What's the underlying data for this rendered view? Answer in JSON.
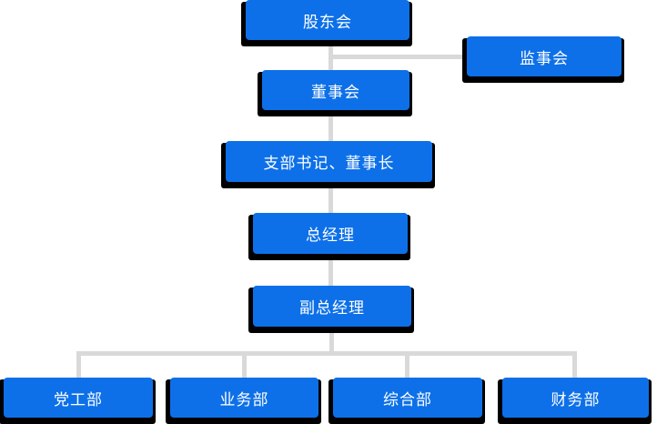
{
  "diagram": {
    "type": "org-chart",
    "colors": {
      "node_fill": "#0d70e8",
      "node_text": "#ffffff",
      "node_shadow": "#000000",
      "connector": "#d9d9d9",
      "background": "#ffffff"
    },
    "nodes": [
      {
        "id": "shareholders-meeting",
        "label": "股东会"
      },
      {
        "id": "supervisory-board",
        "label": "监事会"
      },
      {
        "id": "board-of-directors",
        "label": "董事会"
      },
      {
        "id": "branch-secretary-chairman",
        "label": "支部书记、董事长"
      },
      {
        "id": "general-manager",
        "label": "总经理"
      },
      {
        "id": "deputy-general-manager",
        "label": "副总经理"
      },
      {
        "id": "party-work-dept",
        "label": "党工部"
      },
      {
        "id": "business-dept",
        "label": "业务部"
      },
      {
        "id": "general-affairs-dept",
        "label": "综合部"
      },
      {
        "id": "finance-dept",
        "label": "财务部"
      }
    ],
    "edges": [
      {
        "from": "shareholders-meeting",
        "to": "board-of-directors"
      },
      {
        "from": "shareholders-meeting",
        "to": "supervisory-board"
      },
      {
        "from": "board-of-directors",
        "to": "branch-secretary-chairman"
      },
      {
        "from": "branch-secretary-chairman",
        "to": "general-manager"
      },
      {
        "from": "general-manager",
        "to": "deputy-general-manager"
      },
      {
        "from": "deputy-general-manager",
        "to": "party-work-dept"
      },
      {
        "from": "deputy-general-manager",
        "to": "business-dept"
      },
      {
        "from": "deputy-general-manager",
        "to": "general-affairs-dept"
      },
      {
        "from": "deputy-general-manager",
        "to": "finance-dept"
      }
    ]
  }
}
